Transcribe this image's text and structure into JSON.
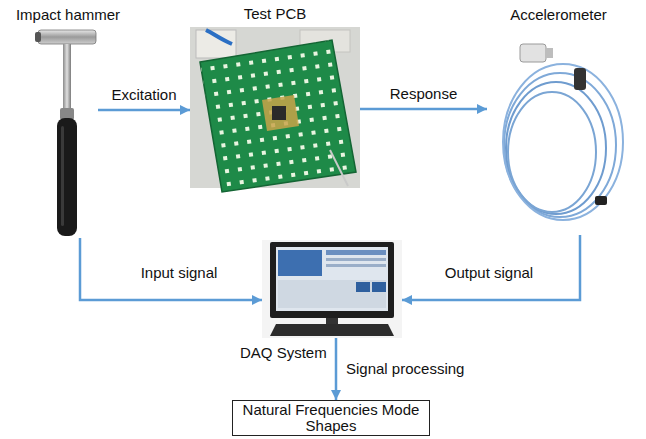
{
  "diagram": {
    "nodes": [
      {
        "text": [
          "Impact  hammer"
        ]
      },
      {
        "text": [
          "Test PCB"
        ]
      },
      {
        "text": [
          "Accelerometer"
        ]
      },
      {
        "text": [
          "DAQ  System"
        ]
      },
      {
        "text": [
          "Natural Frequencies Mode Shapes"
        ]
      }
    ],
    "edges": [
      {
        "from": 0,
        "to": 1,
        "label": "Excitation",
        "arrow": "to"
      },
      {
        "from": 1,
        "to": 2,
        "label": "Response",
        "arrow": "to"
      },
      {
        "from": 0,
        "to": 3,
        "label": "Input signal",
        "arrow": "to"
      },
      {
        "from": 2,
        "to": 3,
        "label": "Output signal",
        "arrow": "to"
      },
      {
        "from": 3,
        "to": 4,
        "label": "Signal processing",
        "arrow": "to"
      }
    ]
  }
}
